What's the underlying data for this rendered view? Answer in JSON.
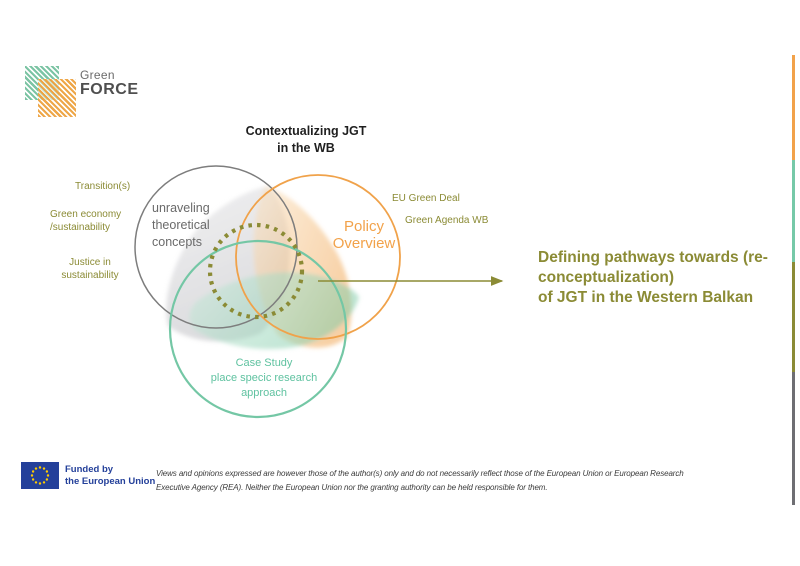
{
  "logo": {
    "text_top": "Green",
    "text_bottom": "FORCE",
    "square_green": "#7CC4A4",
    "square_orange": "#EDA23F"
  },
  "title": "Contextualizing JGT\nin the WB",
  "diagram": {
    "left_labels": {
      "transitions": "Transition(s)",
      "green_economy": "Green economy\n/sustainability",
      "justice": "Justice in\nsustainability"
    },
    "right_labels": {
      "eu_green_deal": "EU Green Deal",
      "green_agenda_wb": "Green Agenda WB"
    },
    "circles": {
      "theory": {
        "label": "unraveling\ntheoretical\nconcepts",
        "stroke": "#7D7D7D"
      },
      "policy": {
        "label": "Policy\nOverview",
        "stroke": "#F0A24A"
      },
      "case_study": {
        "label": "Case Study\nplace specic research\napproach",
        "stroke": "#74C7A5"
      }
    },
    "dotted_circle_color": "#8B8B35",
    "arrow_color": "#8B8B35",
    "outcome_text": "Defining pathways towards (re-\nconceptualization)\nof JGT in the Western Balkan"
  },
  "footer": {
    "funded_label": "Funded by\nthe European Union",
    "disclaimer": "Views and opinions expressed are however those of the author(s) only and do not necessarily reflect those of the European Union or European Research\nExecutive Agency (REA). Neither the European Union nor the granting authority can be held responsible for them.",
    "eu_flag_blue": "#24409A",
    "eu_star_yellow": "#FFCC00"
  },
  "edge_strip_colors": [
    "#F2A24A",
    "#76C9A8",
    "#8B8B35",
    "#6E6E73"
  ]
}
